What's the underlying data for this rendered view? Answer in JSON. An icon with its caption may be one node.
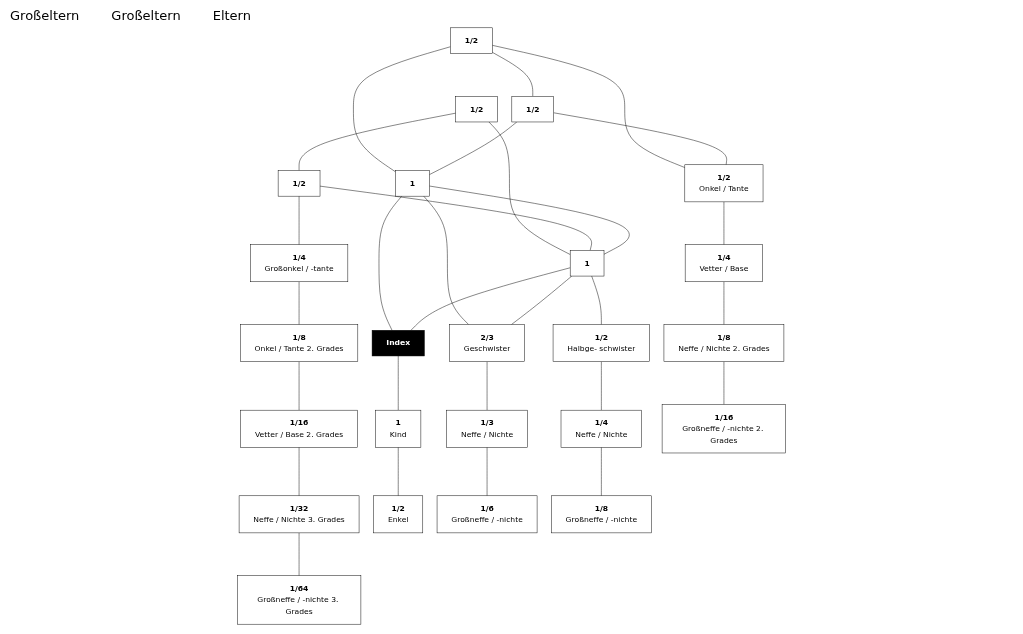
{
  "diagram": {
    "nodes": [
      {
        "text": [
          "1/2"
        ]
      },
      {
        "text": [
          "1/2"
        ]
      },
      {
        "text": [
          "1/2"
        ]
      },
      {
        "text": [
          "1/2"
        ]
      },
      {
        "text": [
          "1/4",
          "Großonkel / -tante"
        ]
      },
      {
        "text": [
          "1/2",
          "Onkel / Tante"
        ]
      },
      {
        "text": [
          "1"
        ]
      },
      {
        "text": [
          "1"
        ]
      },
      {
        "text": [
          "1/8",
          "Onkel / Tante 2. Grades"
        ]
      },
      {
        "text": [
          "1/4",
          "Vetter / Base"
        ]
      },
      {
        "text": [
          "Index"
        ]
      },
      {
        "text": [
          "2/3",
          "Geschwister"
        ]
      },
      {
        "text": [
          "1/2",
          "Halbge- schwister"
        ]
      },
      {
        "text": [
          "1/16",
          "Vetter / Base 2. Grades"
        ]
      },
      {
        "text": [
          "1/8",
          "Neffe / Nichte 2. Grades"
        ]
      },
      {
        "text": [
          "1",
          "Kind"
        ]
      },
      {
        "text": [
          "1/3",
          "Neffe / Nichte"
        ]
      },
      {
        "text": [
          "1/4",
          "Neffe / Nichte"
        ]
      },
      {
        "text": [
          "1/32",
          "Neffe / Nichte 3. Grades"
        ]
      },
      {
        "text": [
          "1/16",
          "Großneffe / -nichte 2. Grades"
        ]
      },
      {
        "text": [
          "1/2",
          "Enkel"
        ]
      },
      {
        "text": [
          "1/6",
          "Großneffe / -nichte"
        ]
      },
      {
        "text": [
          "1/8",
          "Großneffe / -nichte"
        ]
      },
      {
        "text": [
          "1/64",
          "Großneffe / -nichte 3. Grades"
        ]
      }
    ],
    "edges": [
      {
        "from": 0,
        "to": 5,
        "arrow": "none"
      },
      {
        "from": 1,
        "to": 5,
        "arrow": "none"
      },
      {
        "from": 0,
        "to": 6,
        "arrow": "none"
      },
      {
        "from": 1,
        "to": 6,
        "arrow": "none"
      },
      {
        "from": 2,
        "to": 7,
        "arrow": "none"
      },
      {
        "from": 3,
        "to": 7,
        "arrow": "none"
      },
      {
        "from": 3,
        "to": 4,
        "arrow": "none"
      },
      {
        "from": 4,
        "to": 8,
        "arrow": "none"
      },
      {
        "from": 5,
        "to": 9,
        "arrow": "none"
      },
      {
        "from": 6,
        "to": 10,
        "arrow": "none"
      },
      {
        "from": 7,
        "to": 10,
        "arrow": "none"
      },
      {
        "from": 6,
        "to": 11,
        "arrow": "none"
      },
      {
        "from": 7,
        "to": 11,
        "arrow": "none"
      },
      {
        "from": 7,
        "to": 12,
        "arrow": "none"
      },
      {
        "from": 8,
        "to": 13,
        "arrow": "none"
      },
      {
        "from": 9,
        "to": 14,
        "arrow": "none"
      },
      {
        "from": 10,
        "to": 15,
        "arrow": "none"
      },
      {
        "from": 11,
        "to": 16,
        "arrow": "none"
      },
      {
        "from": 12,
        "to": 17,
        "arrow": "none"
      },
      {
        "from": 13,
        "to": 18,
        "arrow": "none"
      },
      {
        "from": 14,
        "to": 19,
        "arrow": "none"
      },
      {
        "from": 15,
        "to": 20,
        "arrow": "none"
      },
      {
        "from": 16,
        "to": 21,
        "arrow": "none"
      },
      {
        "from": 17,
        "to": 22,
        "arrow": "none"
      },
      {
        "from": 18,
        "to": 23,
        "arrow": "none"
      },
      {
        "from": 0,
        "to": 1,
        "arrow": "none"
      },
      {
        "from": 2,
        "to": 3,
        "arrow": "none"
      },
      {
        "from": 6,
        "to": 7,
        "arrow": "none"
      }
    ],
    "labels": [
      "Großeltern",
      "Großeltern",
      "Eltern"
    ]
  }
}
